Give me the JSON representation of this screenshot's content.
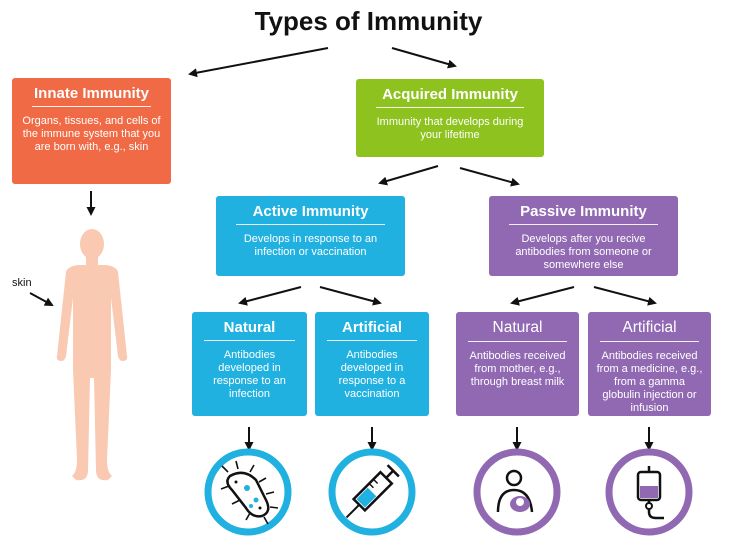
{
  "title": "Types of Immunity",
  "innate": {
    "title": "Innate Immunity",
    "desc": "Organs, tissues, and cells of the immune system that you are born with, e.g., skin"
  },
  "acquired": {
    "title": "Acquired Immunity",
    "desc": "Immunity that develops during your lifetime"
  },
  "active": {
    "title": "Active Immunity",
    "desc": "Develops in response to an infection or vaccination"
  },
  "passive": {
    "title": "Passive Immunity",
    "desc": "Develops after you recive antibodies from someone or somewhere else"
  },
  "active_natural": {
    "title": "Natural",
    "desc": "Antibodies developed in response to an infection"
  },
  "active_artificial": {
    "title": "Artificial",
    "desc": "Antibodies developed in response to a vaccination"
  },
  "passive_natural": {
    "title": "Natural",
    "desc": "Antibodies received from mother, e.g., through breast milk"
  },
  "passive_artificial": {
    "title": "Artificial",
    "desc": "Antibodies received from a medicine, e.g., from a gamma globulin injection or infusion"
  },
  "skin_label": "skin",
  "colors": {
    "innate": "#ef6a45",
    "acquired": "#8dc21f",
    "active": "#20b1e0",
    "passive": "#9169b3",
    "body": "#f9c9b2"
  },
  "icons": [
    "human-body-icon",
    "bacteria-icon",
    "syringe-icon",
    "mother-baby-icon",
    "iv-bag-icon"
  ]
}
